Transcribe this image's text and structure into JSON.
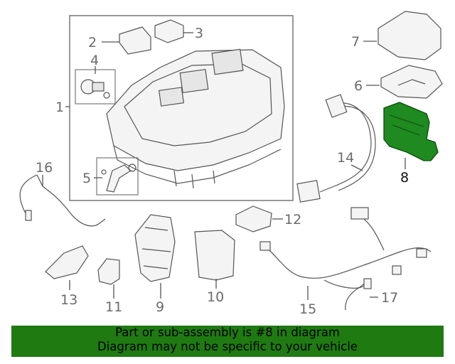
{
  "callouts": [
    "1",
    "2",
    "3",
    "4",
    "5",
    "6",
    "7",
    "8",
    "9",
    "10",
    "11",
    "12",
    "13",
    "14",
    "15",
    "16",
    "17"
  ],
  "highlight": {
    "number": "8",
    "color": "#1f8a1f"
  },
  "banner": {
    "line1": "Part or sub-assembly is #8 in diagram",
    "line2": "Diagram may not be specific to your vehicle",
    "background": "#1f7a12"
  }
}
